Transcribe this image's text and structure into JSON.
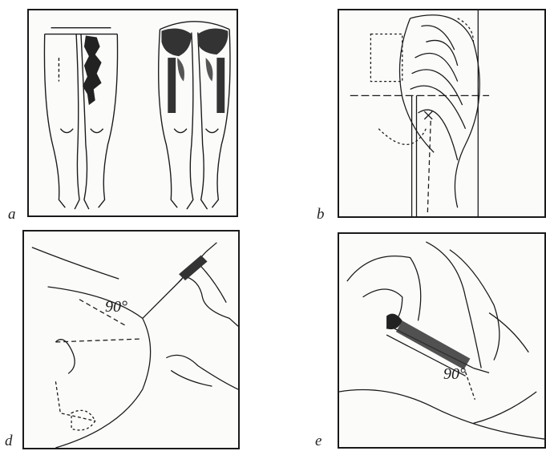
{
  "panels": [
    {
      "id": "a",
      "letter": "a"
    },
    {
      "id": "b",
      "letter": "b"
    },
    {
      "id": "d",
      "letter": "d",
      "angle_label": "90°"
    },
    {
      "id": "e",
      "letter": "e",
      "angle_label": "90°"
    }
  ],
  "colors": {
    "ink": "#1a1a1a",
    "paper": "#fbfbfa",
    "muscle_fill": "#222222"
  }
}
